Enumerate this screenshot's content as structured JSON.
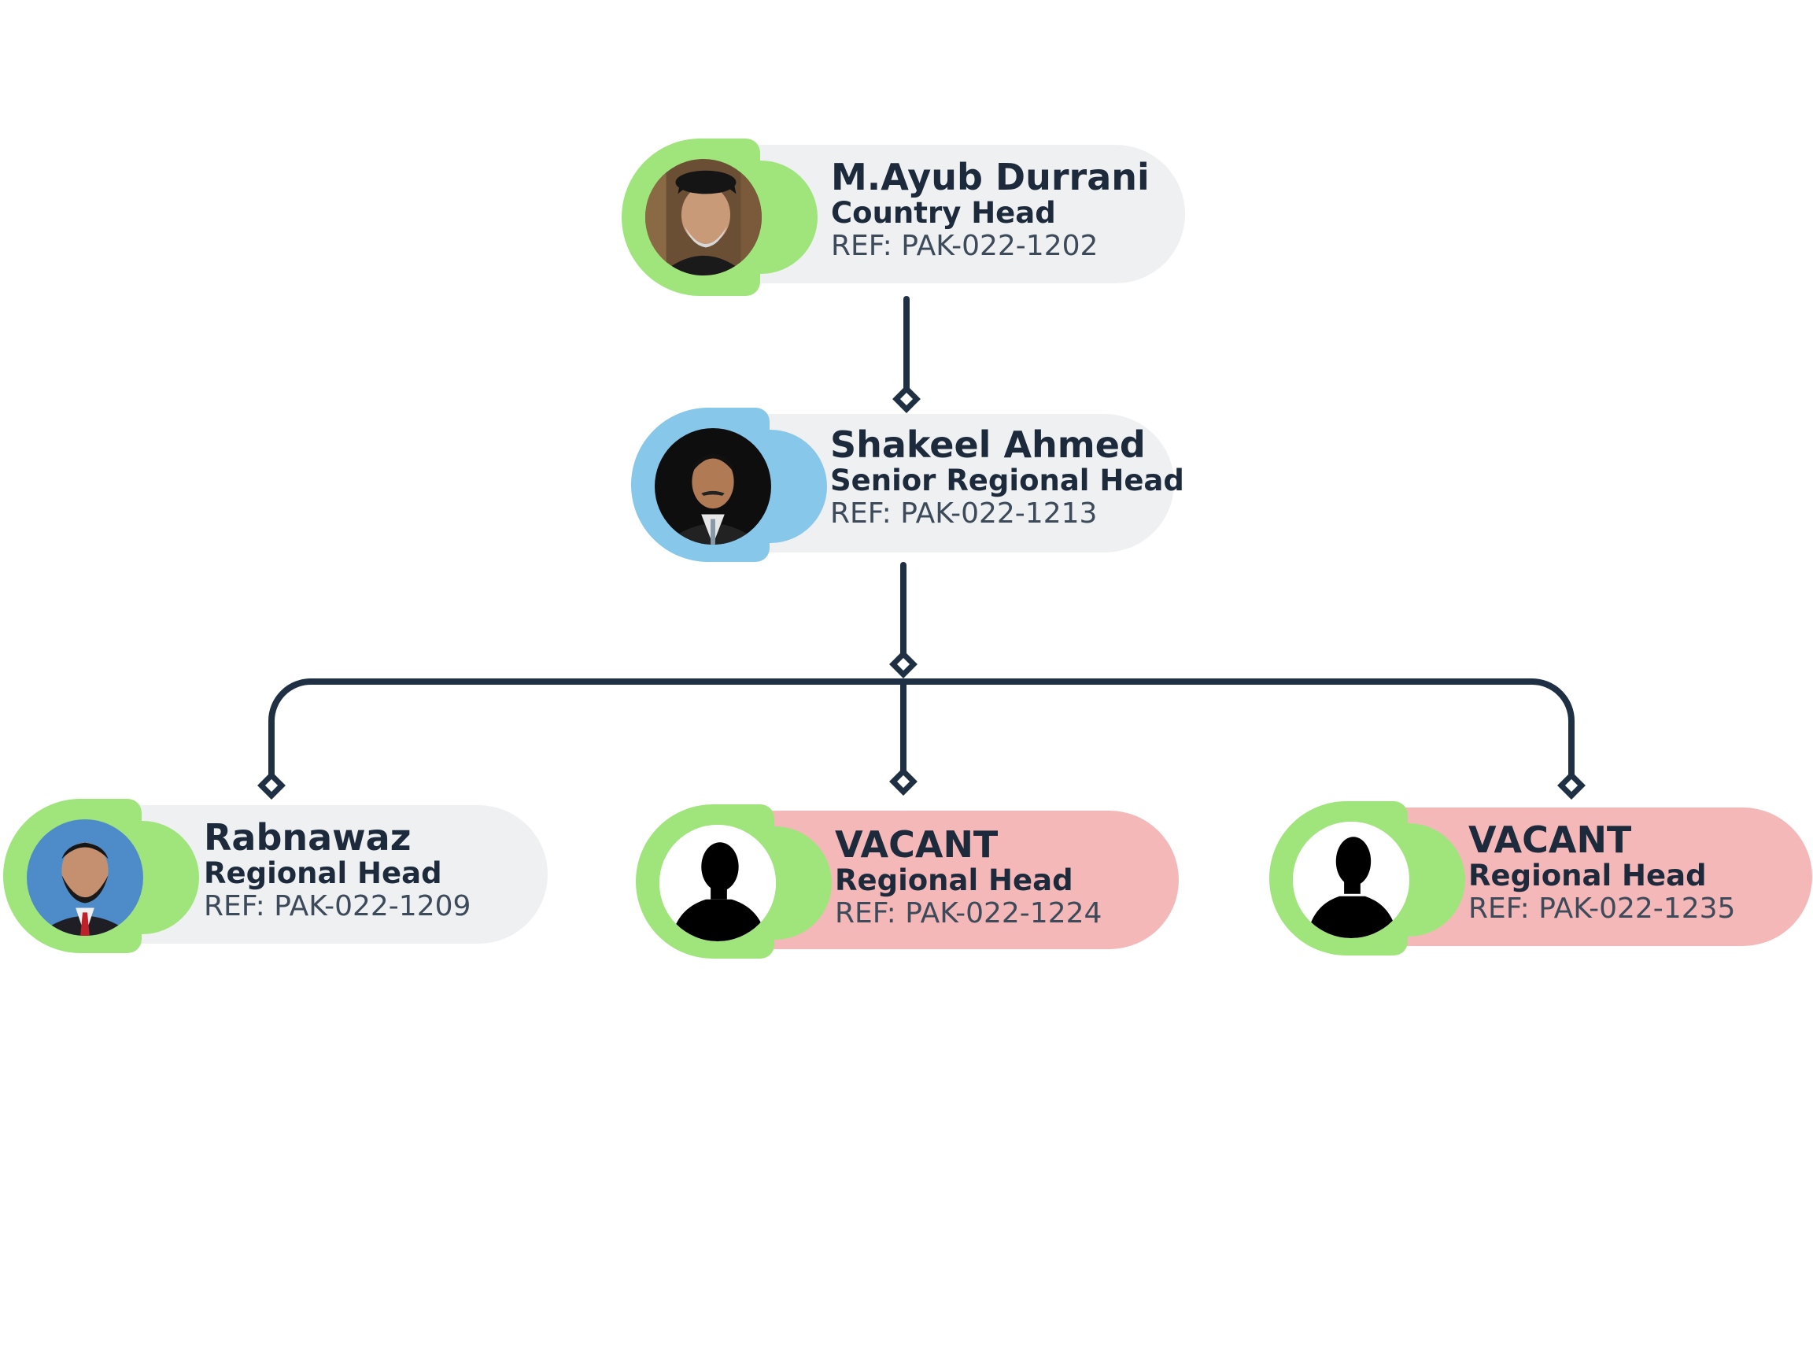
{
  "nodes": [
    {
      "name": "M.Ayub Durrani",
      "role": "Country Head",
      "ref": "REF: PAK-022-1202",
      "status": "filled",
      "badge_color": "#a0e57c",
      "icon": "portrait-photo"
    },
    {
      "name": "Shakeel Ahmed",
      "role": "Senior Regional Head",
      "ref": "REF: PAK-022-1213",
      "status": "filled",
      "badge_color": "#87c7ea",
      "icon": "portrait-photo"
    },
    {
      "name": "Rabnawaz",
      "role": "Regional Head",
      "ref": "REF: PAK-022-1209",
      "status": "filled",
      "badge_color": "#a0e57c",
      "icon": "portrait-photo"
    },
    {
      "name": "VACANT",
      "role": "Regional Head",
      "ref": "REF: PAK-022-1224",
      "status": "vacant",
      "badge_color": "#a0e57c",
      "icon": "person-silhouette-icon"
    },
    {
      "name": "VACANT",
      "role": "Regional Head",
      "ref": "REF: PAK-022-1235",
      "status": "vacant",
      "badge_color": "#a0e57c",
      "icon": "person-silhouette-icon"
    }
  ],
  "colors": {
    "connector": "#1f3044",
    "text": "#1c2a3c",
    "filled_card": "#eef0f2",
    "vacant_card": "#f5b8b8"
  }
}
